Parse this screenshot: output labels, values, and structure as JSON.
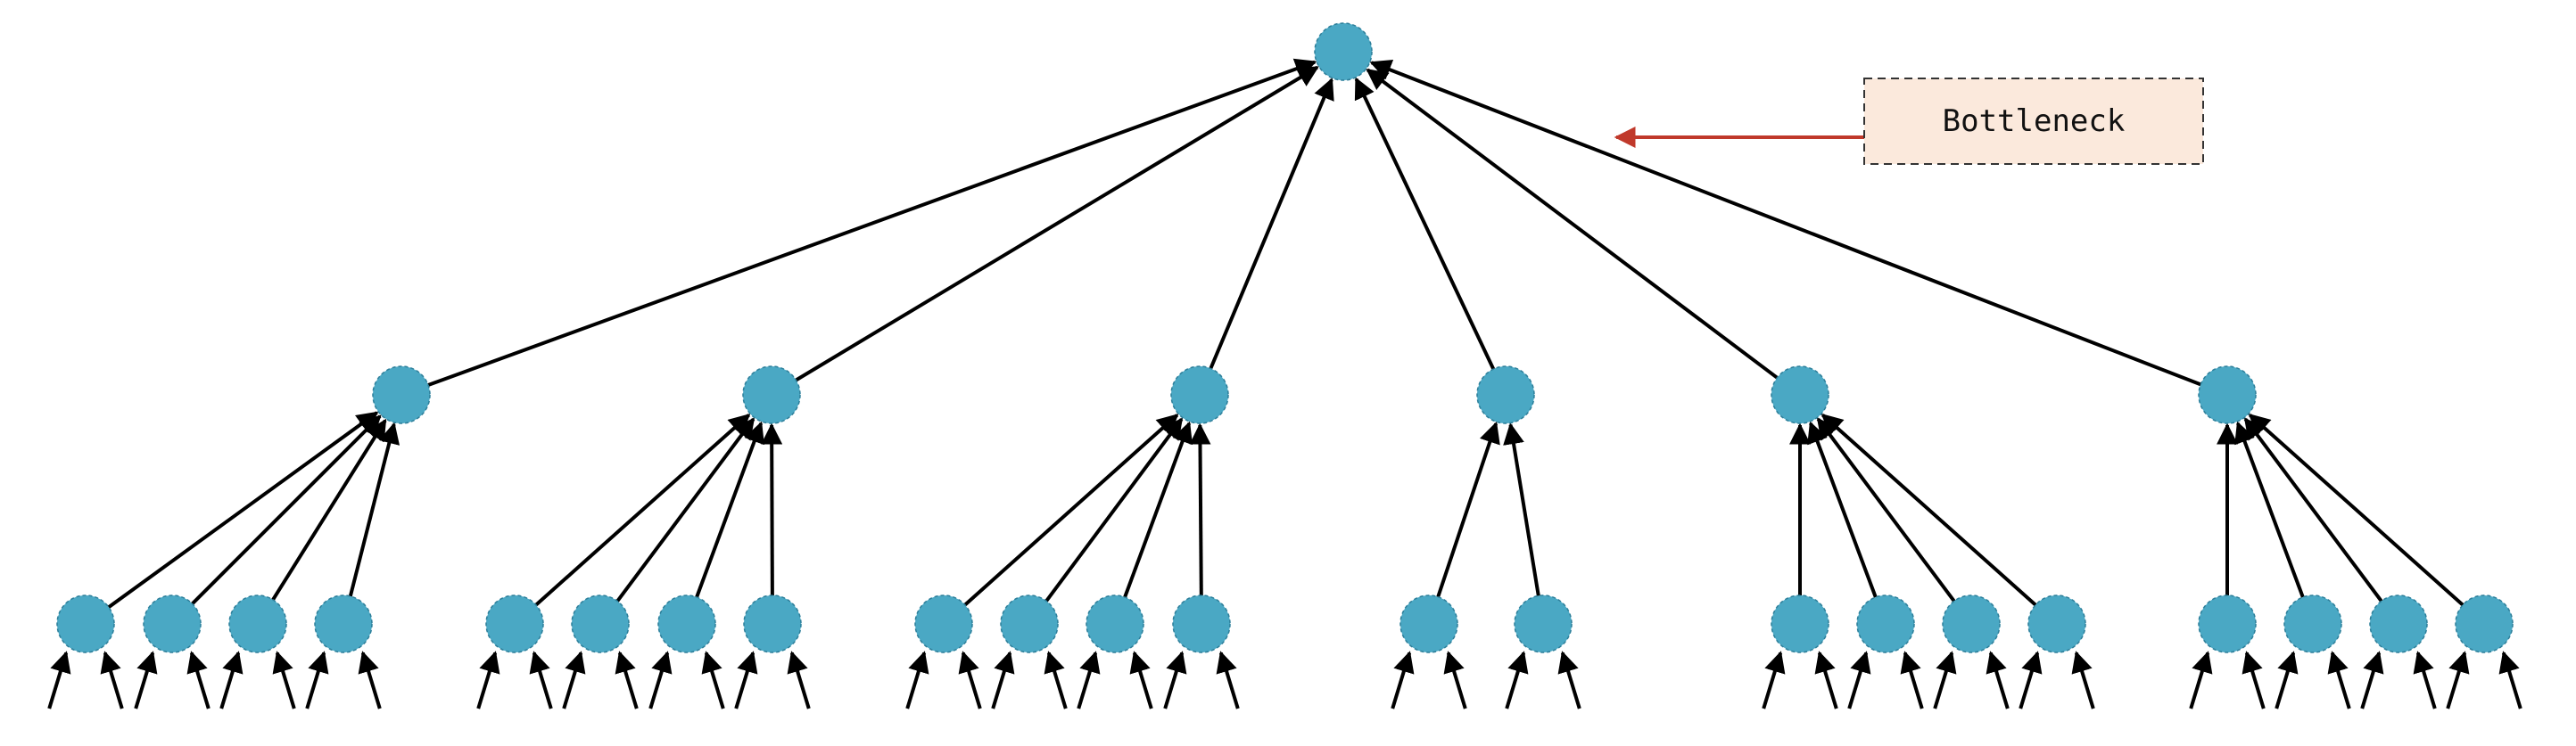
{
  "annotation": {
    "label": "Bottleneck"
  },
  "colors": {
    "node_fill": "#4aa8c4",
    "edge": "#000000",
    "annotation_arrow": "#c0392b",
    "annotation_fill": "#fbe9dc"
  },
  "tree": {
    "root_children": [
      {
        "children": 4,
        "leaf_inputs": [
          2,
          2,
          2,
          2
        ]
      },
      {
        "children": 4,
        "leaf_inputs": [
          2,
          2,
          2,
          2
        ]
      },
      {
        "children": 4,
        "leaf_inputs": [
          2,
          2,
          2,
          2
        ]
      },
      {
        "children": 2,
        "leaf_inputs": [
          2,
          2
        ]
      },
      {
        "children": 4,
        "leaf_inputs": [
          2,
          2,
          2,
          2
        ]
      },
      {
        "children": 4,
        "leaf_inputs": [
          2,
          2,
          2,
          2
        ]
      }
    ]
  }
}
